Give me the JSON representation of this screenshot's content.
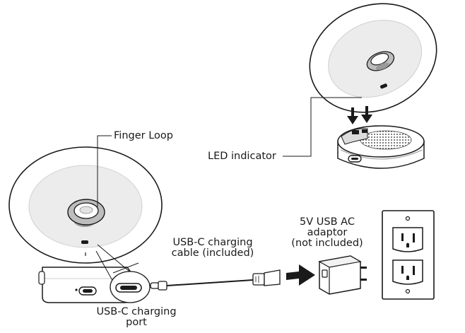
{
  "labels": {
    "finger_loop": "Finger Loop",
    "led_indicator": "LED indicator",
    "usb_c_cable": [
      "USB-C charging",
      "cable (included)"
    ],
    "usb_c_port": [
      "USB-C charging",
      "port"
    ],
    "adaptor": [
      "5V USB AC",
      "adaptor",
      "(not included)"
    ]
  },
  "colors": {
    "stroke": "#1a1a1a",
    "light_gray": "#e6e6e6",
    "mid_gray": "#cfcfcf",
    "dark_gray": "#7a7a7a"
  },
  "icons": [
    "light-disc",
    "charging-base",
    "finger-loop",
    "usb-c-plug",
    "usb-a-plug",
    "ac-adaptor",
    "wall-outlet",
    "insert-arrow"
  ]
}
